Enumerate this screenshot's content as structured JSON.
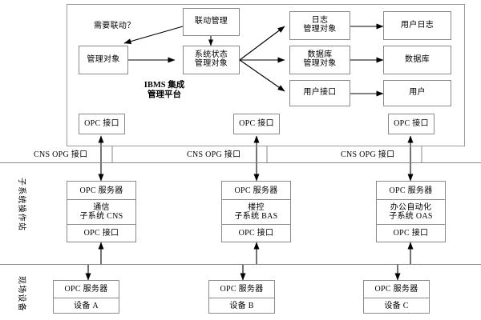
{
  "diagram": {
    "title_platform": [
      "IBMS 集成",
      "管理平台"
    ],
    "top_section": {
      "nodes": [
        {
          "id": "linkage-management",
          "text": [
            "联动管理"
          ]
        },
        {
          "id": "managed-object",
          "text": [
            "管理对象"
          ]
        },
        {
          "id": "system-state-managed-object",
          "text": [
            "系统状态",
            "管理对象"
          ]
        },
        {
          "id": "log-managed-object",
          "text": [
            "日志",
            "管理对象"
          ]
        },
        {
          "id": "database-managed-object",
          "text": [
            "数据库",
            "管理对象"
          ]
        },
        {
          "id": "user-interface-object",
          "text": [
            "用户接口"
          ]
        },
        {
          "id": "user-log",
          "text": [
            "用户日志"
          ]
        },
        {
          "id": "database",
          "text": [
            "数据库"
          ]
        },
        {
          "id": "user",
          "text": [
            "用户"
          ]
        }
      ],
      "edge_label_linkage": "需要联动？",
      "opc_interfaces": [
        "OPC 接口",
        "OPC 接口",
        "OPC 接口"
      ]
    },
    "bus_labels": [
      "CNS OPG 接口",
      "CNS OPG 接口",
      "CNS OPG 接口"
    ],
    "band_labels": {
      "subsystem_workstation": "子系统操作站",
      "field_devices": "现场设备"
    },
    "subsystems": [
      {
        "id": "cns",
        "server": "OPC 服务器",
        "body": [
          "通信",
          "子系统 CNS"
        ],
        "interface": "OPC 接口"
      },
      {
        "id": "bas",
        "server": "OPC 服务器",
        "body": [
          "楼控",
          "子系统 BAS"
        ],
        "interface": "OPC 接口"
      },
      {
        "id": "oas",
        "server": "OPC 服务器",
        "body": [
          "办公自动化",
          "子系统 OAS"
        ],
        "interface": "OPC 接口"
      }
    ],
    "devices": [
      {
        "id": "device-a",
        "server": "OPC 服务器",
        "name": "设备 A"
      },
      {
        "id": "device-b",
        "server": "OPC 服务器",
        "name": "设备 B"
      },
      {
        "id": "device-c",
        "server": "OPC 服务器",
        "name": "设备 C"
      }
    ],
    "colors": {
      "stroke": "#8a8a8a",
      "line": "#000000",
      "background": "#ffffff",
      "text": "#000000"
    }
  }
}
